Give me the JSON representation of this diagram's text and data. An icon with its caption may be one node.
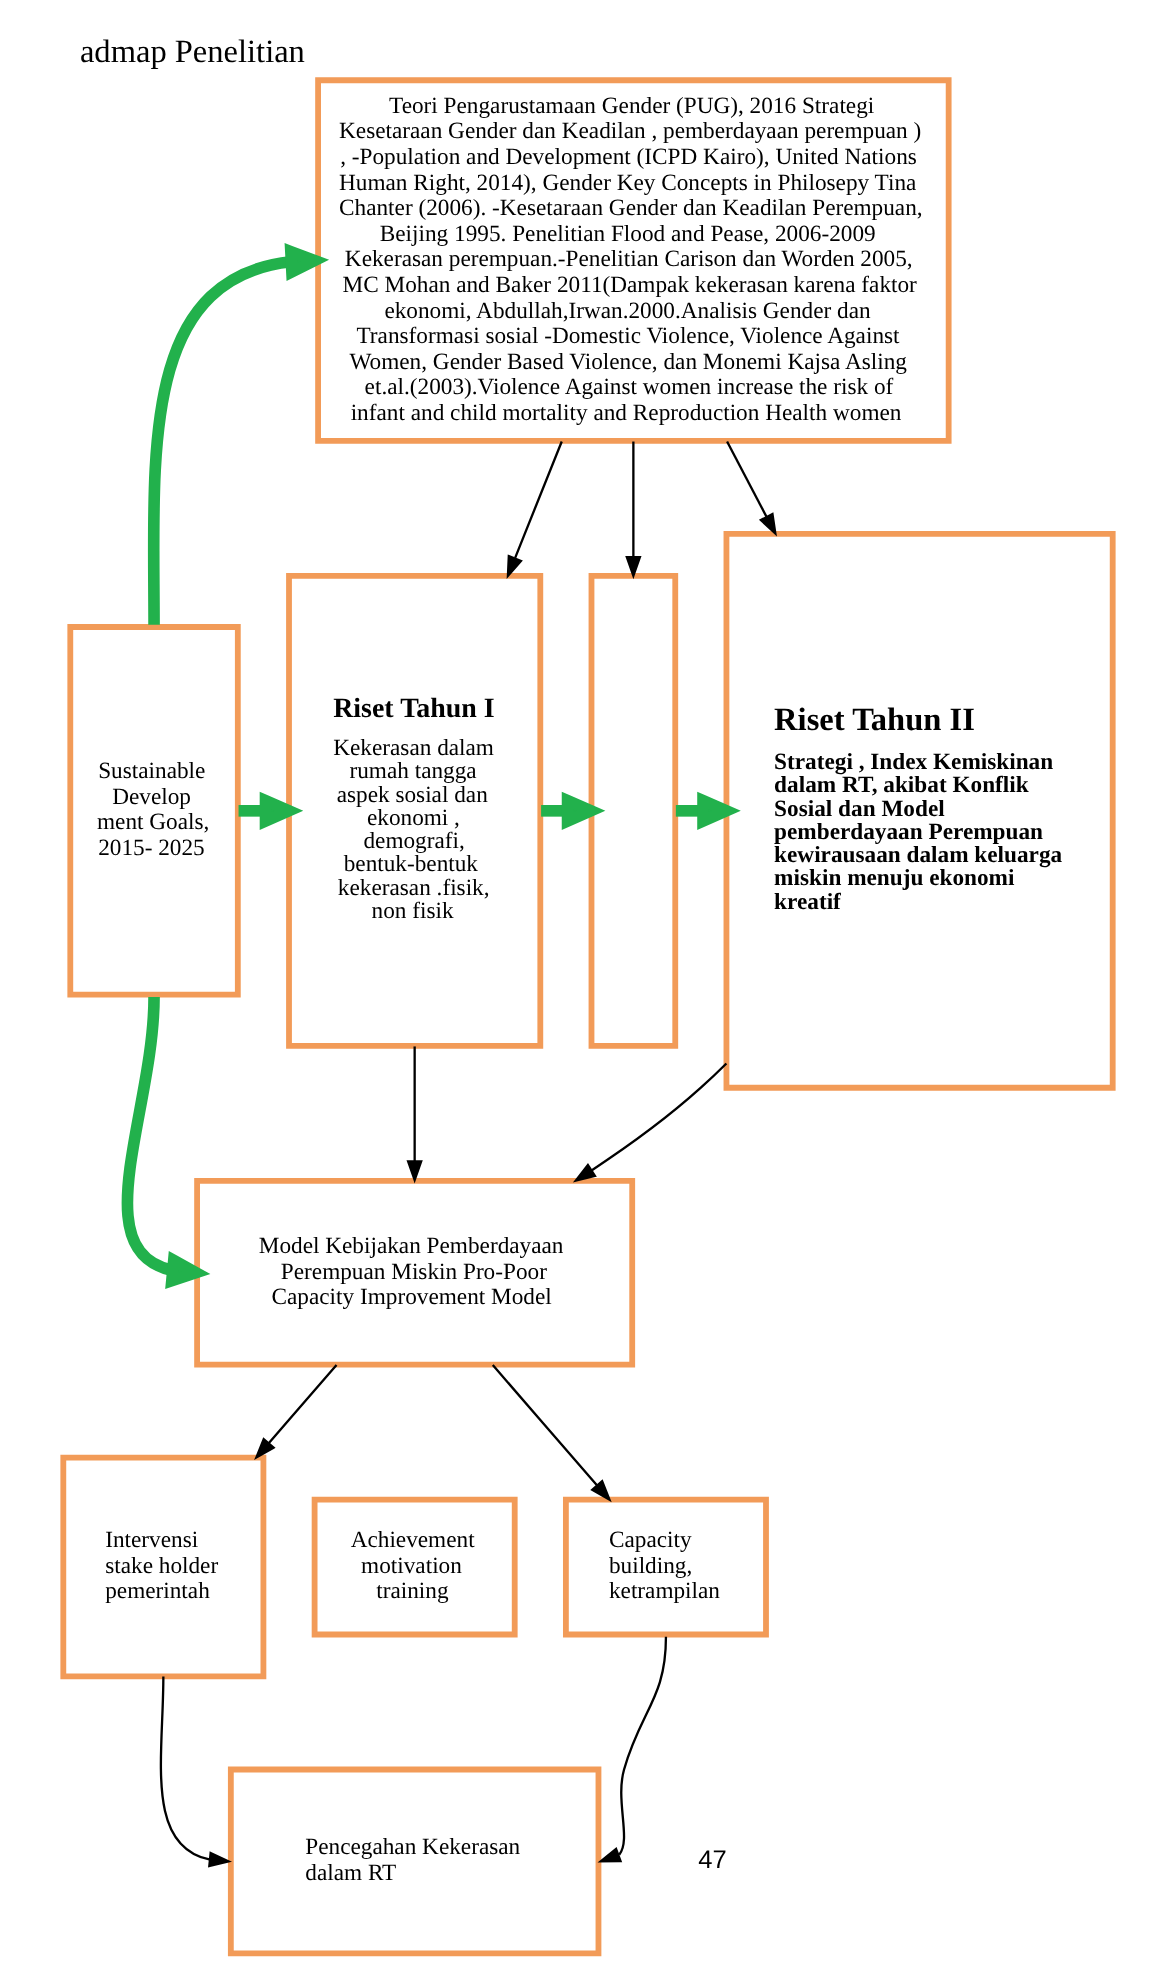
{
  "diagram": {
    "title": "admap Penelitian",
    "nodes": [
      {
        "text": [
          "Teori Pengarustamaan Gender (PUG), 2016 Strategi Kesetaraan Gender dan Keadilan , pemberdayaan perempuan ) , -Population and Development (ICPD Kairo), United Nations Human Right, 2014), Gender Key Concepts in Philosepy Tina Chanter (2006). -Kesetaraan Gender dan Keadilan Perempuan, Beijing 1995. Penelitian Flood and Pease, 2006-2009 Kekerasan perempuan.-Penelitian Carison dan Worden 2005, MC Mohan and Baker 2011(Dampak kekerasan karena faktor ekonomi, Abdullah,Irwan.2000.Analisis Gender dan Transformasi sosial -Domestic Violence, Violence Against Women, Gender Based Violence, dan Monemi Kajsa Asling et.al.(2003).Violence Against women increase the risk of infant and child mortality and Reproduction Health women"
        ]
      },
      {
        "text": [
          "Sustainable Develop ment Goals, 2015- 2025"
        ]
      },
      {
        "text": [
          "Riset Tahun I",
          "Kekerasan dalam rumah tangga aspek sosial dan ekonomi , demografi, bentuk-bentuk kekerasan .fisik, non fisik"
        ]
      },
      {
        "text": [],
        "shape": "box"
      },
      {
        "text": [
          "Riset Tahun II",
          "Strategi , Index Kemiskinan dalam RT, akibat Konflik Sosial dan Model pemberdayaan Perempuan kewirausaan dalam keluarga miskin menuju ekonomi kreatif"
        ]
      },
      {
        "text": [
          "Model Kebijakan Pemberdayaan Perempuan Miskin Pro-Poor Capacity Improvement Model"
        ]
      },
      {
        "text": [
          "Intervensi stake holder pemerintah"
        ]
      },
      {
        "text": [
          "Achievement motivation training"
        ]
      },
      {
        "text": [
          "Capacity building, ketrampilan"
        ]
      },
      {
        "text": [
          "Pencegahan Kekerasan dalam RT"
        ]
      }
    ],
    "edges": [
      {
        "from": 1,
        "to": 0,
        "arrow": "to",
        "style": "thick",
        "color": "#22b14c"
      },
      {
        "from": 1,
        "to": 2,
        "arrow": "to",
        "style": "thick",
        "color": "#22b14c"
      },
      {
        "from": 2,
        "to": 3,
        "arrow": "to",
        "style": "thick",
        "color": "#22b14c"
      },
      {
        "from": 3,
        "to": 4,
        "arrow": "to",
        "style": "thick",
        "color": "#22b14c"
      },
      {
        "from": 1,
        "to": 5,
        "arrow": "to",
        "style": "thick",
        "color": "#22b14c"
      },
      {
        "from": 0,
        "to": 2,
        "arrow": "to"
      },
      {
        "from": 0,
        "to": 3,
        "arrow": "to"
      },
      {
        "from": 0,
        "to": 4,
        "arrow": "to"
      },
      {
        "from": 2,
        "to": 5,
        "arrow": "to"
      },
      {
        "from": 4,
        "to": 5,
        "arrow": "to"
      },
      {
        "from": 5,
        "to": 6,
        "arrow": "to"
      },
      {
        "from": 5,
        "to": 8,
        "arrow": "to"
      },
      {
        "from": 6,
        "to": 9,
        "arrow": "to"
      },
      {
        "from": 8,
        "to": 9,
        "arrow": "to"
      }
    ],
    "labels": [
      "47"
    ]
  }
}
